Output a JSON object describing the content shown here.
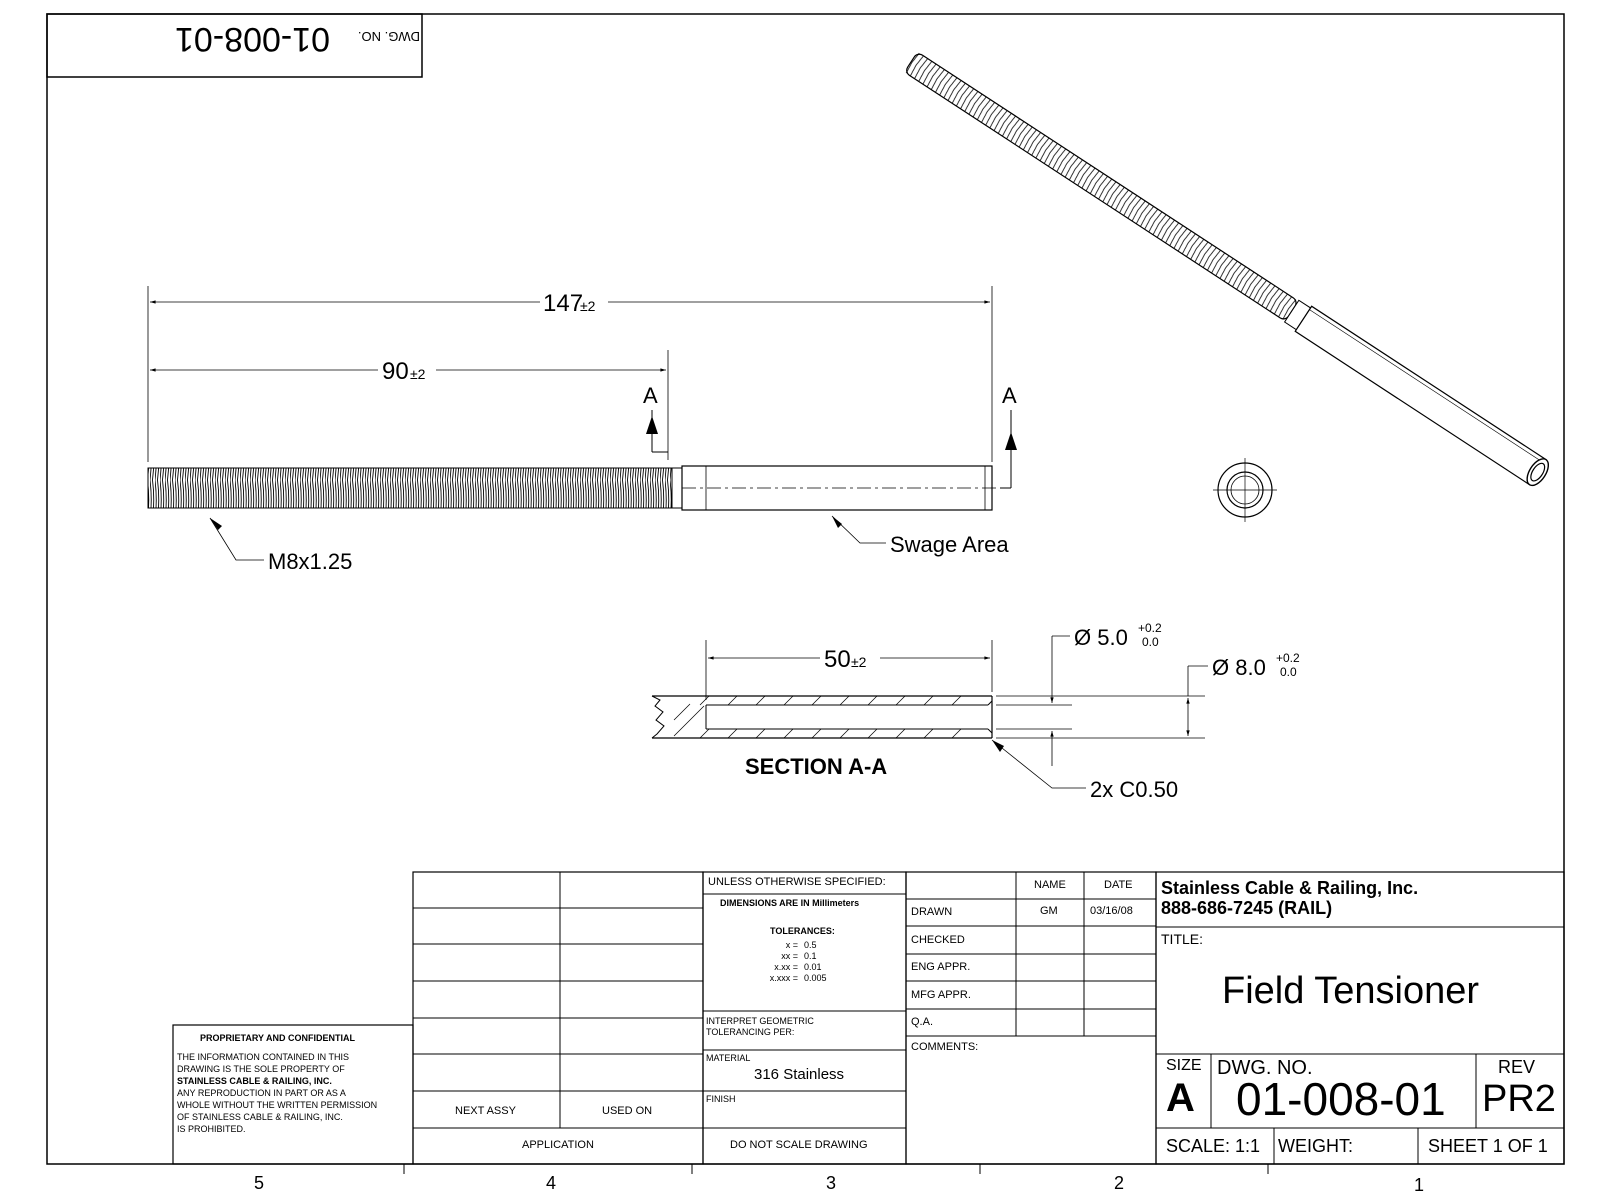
{
  "dwg_top": {
    "label": "DWG. NO.",
    "value": "01-008-01"
  },
  "dims": {
    "overall": "147",
    "overall_tol": "±2",
    "thread_len": "90",
    "thread_tol": "±2",
    "section_mark": "A",
    "thread_callout": "M8x1.25",
    "swage_callout": "Swage Area",
    "bore_len": "50",
    "bore_tol": "±2",
    "inner_dia": "Ø 5.0",
    "inner_tol_upper": "+0.2",
    "inner_tol_lower": "0.0",
    "outer_dia": "Ø 8.0",
    "outer_tol_upper": "+0.2",
    "outer_tol_lower": "0.0",
    "chamfer": "2x  C0.50",
    "section_title": "SECTION A-A"
  },
  "title_block": {
    "unless": "UNLESS OTHERWISE SPECIFIED:",
    "dims_in": "DIMENSIONS ARE IN Millimeters",
    "tolerances": "TOLERANCES:",
    "tol_rows": [
      {
        "k": "x =",
        "v": "0.5"
      },
      {
        "k": "xx =",
        "v": "0.1"
      },
      {
        "k": "x.xx =",
        "v": "0.01"
      },
      {
        "k": "x.xxx =",
        "v": "0.005"
      }
    ],
    "interpret": "INTERPRET GEOMETRIC",
    "tolerancing": "TOLERANCING PER:",
    "material_label": "MATERIAL",
    "material": "316 Stainless",
    "finish_label": "FINISH",
    "dont_scale": "DO NOT SCALE DRAWING",
    "next_assy": "NEXT ASSY",
    "used_on": "USED ON",
    "application": "APPLICATION",
    "name_hdr": "NAME",
    "date_hdr": "DATE",
    "rows": [
      {
        "label": "DRAWN",
        "name": "GM",
        "date": "03/16/08"
      },
      {
        "label": "CHECKED",
        "name": "",
        "date": ""
      },
      {
        "label": "ENG APPR.",
        "name": "",
        "date": ""
      },
      {
        "label": "MFG APPR.",
        "name": "",
        "date": ""
      },
      {
        "label": "Q.A.",
        "name": "",
        "date": ""
      }
    ],
    "comments": "COMMENTS:",
    "company": "Stainless Cable & Railing, Inc.",
    "phone": "888-686-7245 (RAIL)",
    "title_label": "TITLE:",
    "title": "Field Tensioner",
    "size_label": "SIZE",
    "size": "A",
    "dwg_label": "DWG.  NO.",
    "dwg_no": "01-008-01",
    "rev_label": "REV",
    "rev": "PR2",
    "scale": "SCALE: 1:1",
    "weight": "WEIGHT:",
    "sheet": "SHEET 1 OF 1"
  },
  "proprietary": {
    "heading": "PROPRIETARY AND CONFIDENTIAL",
    "lines": [
      "THE INFORMATION CONTAINED IN THIS",
      "DRAWING IS THE SOLE PROPERTY OF",
      "STAINLESS CABLE & RAILING, INC.",
      "ANY REPRODUCTION IN PART OR AS A",
      "WHOLE WITHOUT THE WRITTEN PERMISSION",
      "OF STAINLESS CABLE & RAILING, INC.",
      "IS PROHIBITED."
    ]
  },
  "zones": [
    "5",
    "4",
    "3",
    "2",
    "1"
  ]
}
